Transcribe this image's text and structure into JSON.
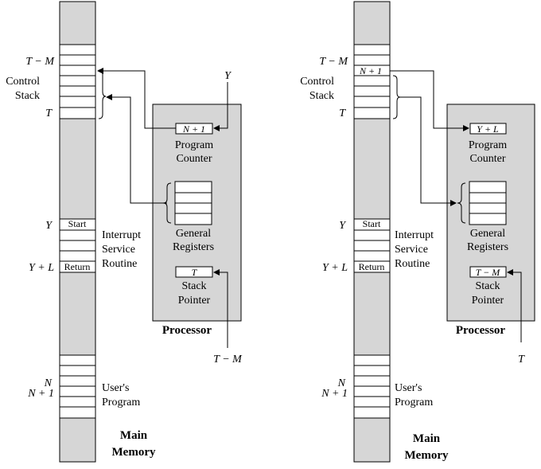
{
  "left": {
    "control_stack_top_label": "T − M",
    "control_stack_label_line1": "Control",
    "control_stack_label_line2": "Stack",
    "control_stack_bottom_label": "T",
    "isr_start_addr": "Y",
    "isr_start_cell": "Start",
    "isr_label_line1": "Interrupt",
    "isr_label_line2": "Service",
    "isr_label_line3": "Routine",
    "isr_return_addr": "Y + L",
    "isr_return_cell": "Return",
    "user_addr_n": "N",
    "user_addr_n1": "N + 1",
    "user_label_line1": "User's",
    "user_label_line2": "Program",
    "main_memory_line1": "Main",
    "main_memory_line2": "Memory",
    "pc_value": "N + 1",
    "pc_label_line1": "Program",
    "pc_label_line2": "Counter",
    "gr_label_line1": "General",
    "gr_label_line2": "Registers",
    "sp_value": "T",
    "sp_label_line1": "Stack",
    "sp_label_line2": "Pointer",
    "processor_label": "Processor",
    "pc_input": "Y",
    "sp_input": "T − M"
  },
  "right": {
    "control_stack_top_label": "T − M",
    "stack_top_cell": "N + 1",
    "control_stack_label_line1": "Control",
    "control_stack_label_line2": "Stack",
    "control_stack_bottom_label": "T",
    "isr_start_addr": "Y",
    "isr_start_cell": "Start",
    "isr_label_line1": "Interrupt",
    "isr_label_line2": "Service",
    "isr_label_line3": "Routine",
    "isr_return_addr": "Y + L",
    "isr_return_cell": "Return",
    "user_addr_n": "N",
    "user_addr_n1": "N + 1",
    "user_label_line1": "User's",
    "user_label_line2": "Program",
    "main_memory_line1": "Main",
    "main_memory_line2": "Memory",
    "pc_value": "Y + L",
    "pc_label_line1": "Program",
    "pc_label_line2": "Counter",
    "gr_label_line1": "General",
    "gr_label_line2": "Registers",
    "sp_value": "T − M",
    "sp_label_line1": "Stack",
    "sp_label_line2": "Pointer",
    "processor_label": "Processor",
    "sp_input": "T"
  }
}
